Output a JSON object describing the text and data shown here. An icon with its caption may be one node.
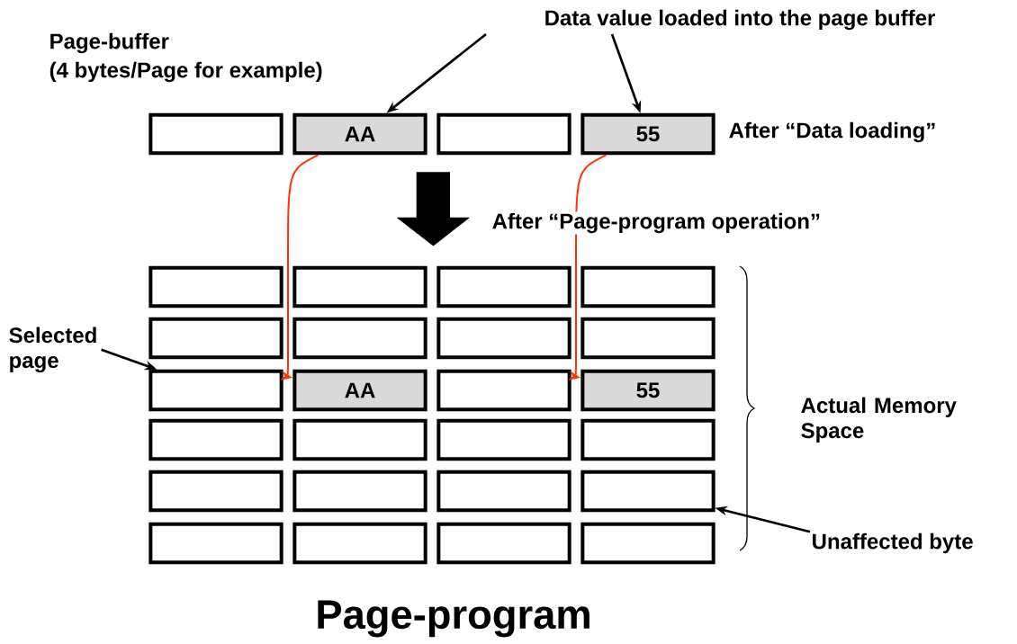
{
  "diagram": {
    "title": "Page-program",
    "nodes": [
      {
        "text": [],
        "shape": "box"
      },
      {
        "text": [
          "AA"
        ]
      },
      {
        "text": [],
        "shape": "box"
      },
      {
        "text": [
          "55"
        ]
      },
      {
        "text": [],
        "shape": "box"
      },
      {
        "text": [],
        "shape": "box"
      },
      {
        "text": [],
        "shape": "box"
      },
      {
        "text": [],
        "shape": "box"
      },
      {
        "text": [],
        "shape": "box"
      },
      {
        "text": [],
        "shape": "box"
      },
      {
        "text": [],
        "shape": "box"
      },
      {
        "text": [],
        "shape": "box"
      },
      {
        "text": [],
        "shape": "box"
      },
      {
        "text": [
          "AA"
        ]
      },
      {
        "text": [],
        "shape": "box"
      },
      {
        "text": [
          "55"
        ]
      },
      {
        "text": [],
        "shape": "box"
      },
      {
        "text": [],
        "shape": "box"
      },
      {
        "text": [],
        "shape": "box"
      },
      {
        "text": [],
        "shape": "box"
      },
      {
        "text": [],
        "shape": "box"
      },
      {
        "text": [],
        "shape": "box"
      },
      {
        "text": [],
        "shape": "box"
      },
      {
        "text": [],
        "shape": "box"
      },
      {
        "text": [],
        "shape": "box"
      },
      {
        "text": [],
        "shape": "box"
      },
      {
        "text": [],
        "shape": "box"
      },
      {
        "text": [],
        "shape": "box"
      },
      {
        "text": [
          "Data value loaded into the page buffer"
        ]
      },
      {
        "text": [
          "Selected page"
        ]
      },
      {
        "text": [
          "Unaffected byte"
        ]
      }
    ],
    "edges": [
      {
        "from": 28,
        "to": 1,
        "arrow": "to"
      },
      {
        "from": 28,
        "to": 3,
        "arrow": "to"
      },
      {
        "from": 1,
        "to": 13,
        "arrow": "to",
        "color": "#ff3300"
      },
      {
        "from": 3,
        "to": 15,
        "arrow": "to",
        "color": "#ff3300"
      },
      {
        "from": 29,
        "to": 12,
        "arrow": "to"
      },
      {
        "from": 2,
        "to": 6,
        "arrow": "to",
        "style": "thick"
      },
      {
        "from": 30,
        "to": 23,
        "arrow": "to"
      }
    ],
    "labels": [
      "Page-buffer",
      "(4 bytes/Page for example)",
      "After “Data loading”",
      "After “Page-program operation”",
      "Actual Memory Space"
    ]
  }
}
